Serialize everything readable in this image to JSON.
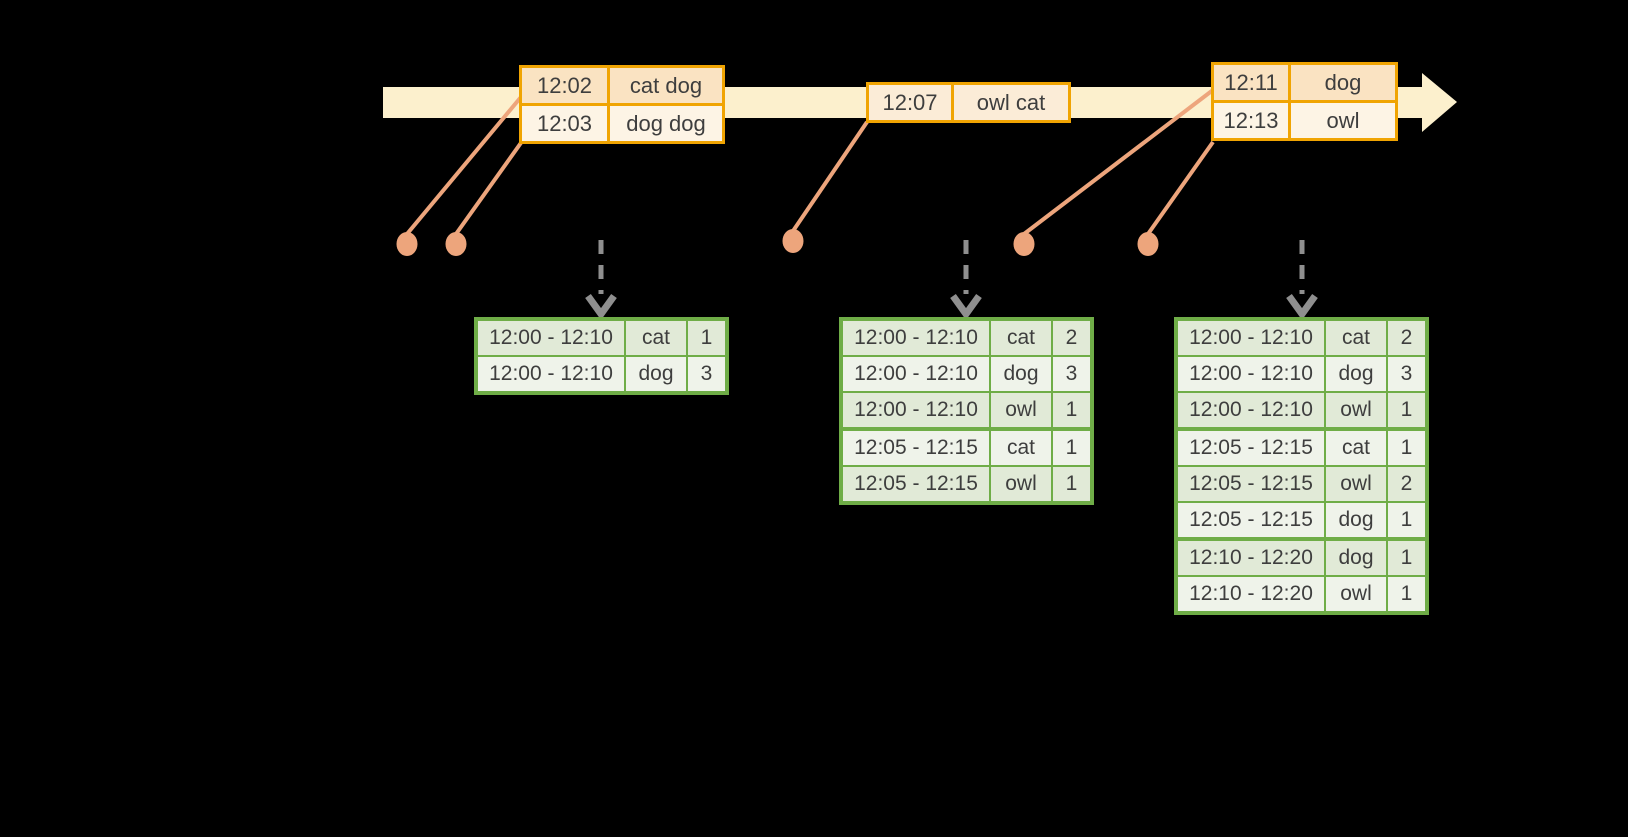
{
  "colors": {
    "background": "#000000",
    "timeline_band": "#FCF0CD",
    "event_table_border": "#F0A402",
    "event_row_peach": "#FAE3C2",
    "event_row_cream": "#FDF4E5",
    "dot_salmon": "#EDA57C",
    "trigger_arrow_gray": "#8F8F8F",
    "result_table_border": "#6FAD47",
    "result_row_sage": "#E1EAD7",
    "result_row_ivory": "#EFF3EA",
    "text": "#3E3E3E"
  },
  "event_tables": [
    {
      "name": "events-early",
      "rows": [
        {
          "time": "12:02",
          "words": "cat dog",
          "tone": "a"
        },
        {
          "time": "12:03",
          "words": "dog dog",
          "tone": "b"
        }
      ]
    },
    {
      "name": "events-middle",
      "rows": [
        {
          "time": "12:07",
          "words": "owl cat",
          "tone": "c"
        }
      ]
    },
    {
      "name": "events-late",
      "rows": [
        {
          "time": "12:11",
          "words": "dog",
          "tone": "a"
        },
        {
          "time": "12:13",
          "words": "owl",
          "tone": "b"
        }
      ]
    }
  ],
  "result_tables": [
    {
      "name": "result-after-trigger-1",
      "rows": [
        {
          "window": "12:00 - 12:10",
          "word": "cat",
          "count": "1"
        },
        {
          "window": "12:00 - 12:10",
          "word": "dog",
          "count": "3"
        }
      ]
    },
    {
      "name": "result-after-trigger-2",
      "rows": [
        {
          "window": "12:00 - 12:10",
          "word": "cat",
          "count": "2"
        },
        {
          "window": "12:00 - 12:10",
          "word": "dog",
          "count": "3"
        },
        {
          "window": "12:00 - 12:10",
          "word": "owl",
          "count": "1"
        },
        {
          "window": "12:05 - 12:15",
          "word": "cat",
          "count": "1"
        },
        {
          "window": "12:05 - 12:15",
          "word": "owl",
          "count": "1"
        }
      ]
    },
    {
      "name": "result-after-trigger-3",
      "rows": [
        {
          "window": "12:00 - 12:10",
          "word": "cat",
          "count": "2"
        },
        {
          "window": "12:00 - 12:10",
          "word": "dog",
          "count": "3"
        },
        {
          "window": "12:00 - 12:10",
          "word": "owl",
          "count": "1"
        },
        {
          "window": "12:05 - 12:15",
          "word": "cat",
          "count": "1"
        },
        {
          "window": "12:05 - 12:15",
          "word": "owl",
          "count": "2"
        },
        {
          "window": "12:05 - 12:15",
          "word": "dog",
          "count": "1"
        },
        {
          "window": "12:10 - 12:20",
          "word": "dog",
          "count": "1"
        },
        {
          "window": "12:10 - 12:20",
          "word": "owl",
          "count": "1"
        }
      ]
    }
  ]
}
